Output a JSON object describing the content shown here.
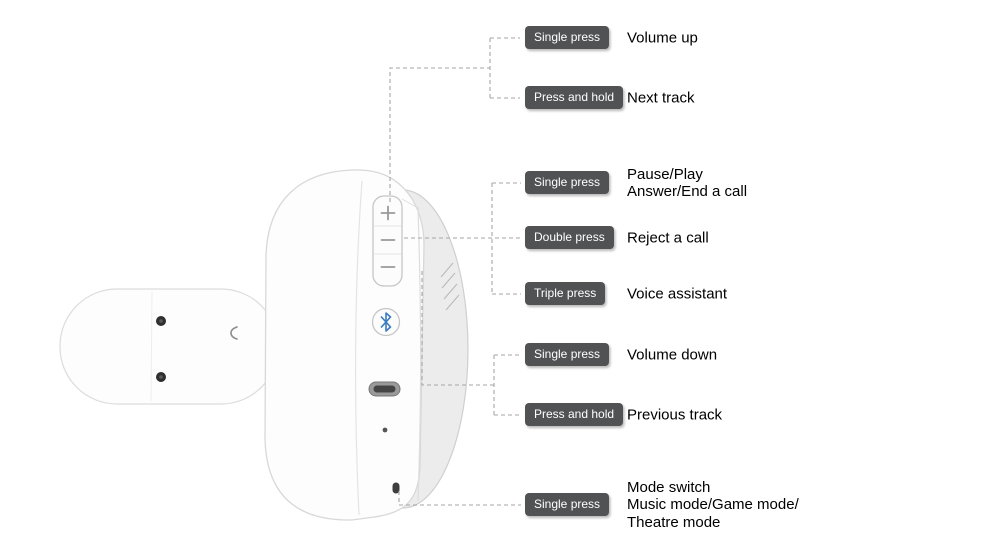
{
  "diagram": {
    "subject": "wireless-headphone-side-view-controls",
    "callouts": [
      {
        "press": "Single press",
        "action": "Volume up"
      },
      {
        "press": "Press and hold",
        "action": "Next track"
      },
      {
        "press": "Single press",
        "action": "Pause/Play\nAnswer/End a call"
      },
      {
        "press": "Double press",
        "action": "Reject a call"
      },
      {
        "press": "Triple press",
        "action": "Voice assistant"
      },
      {
        "press": "Single press",
        "action": "Volume down"
      },
      {
        "press": "Press and hold",
        "action": "Previous track"
      },
      {
        "press": "Single press",
        "action": "Mode switch\nMusic mode/Game mode/\nTheatre mode"
      }
    ],
    "device_controls": [
      "volume-up-button",
      "multifunction-button",
      "volume-down-button",
      "bluetooth-button",
      "usb-c-port",
      "microphone-hole",
      "mode-button-hole"
    ],
    "colors": {
      "badge_background": "#515254",
      "badge_text": "#ffffff",
      "action_text": "#000000",
      "callout_line": "#a6a6a6",
      "bluetooth_accent": "#3a7cc0",
      "device_body": "#fdfdfd",
      "device_cushion": "#ececec"
    }
  }
}
